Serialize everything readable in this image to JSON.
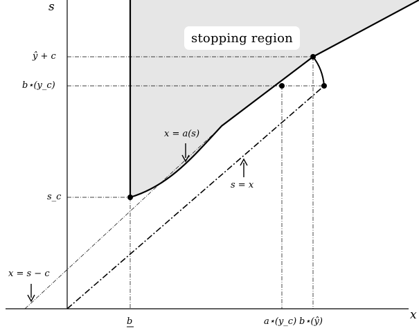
{
  "axes": {
    "x_label": "x",
    "y_label": "s"
  },
  "region": {
    "label": "stopping region",
    "fill": "#e6e6e6"
  },
  "y_ticks": {
    "y_hat_plus_c": "ŷ + c",
    "b_star_yc": "b⋆(y_c)",
    "s_c": "s_c"
  },
  "x_ticks": {
    "b_under": "b",
    "a_star_yc": "a⋆(y_c)",
    "b_star_yhat": "b⋆(ŷ)"
  },
  "annotations": {
    "boundary": "x = a(s)",
    "diagonal": "s = x",
    "shifted": "x = s − c"
  },
  "colors": {
    "ink": "#000000",
    "shade": "#e6e6e6"
  }
}
